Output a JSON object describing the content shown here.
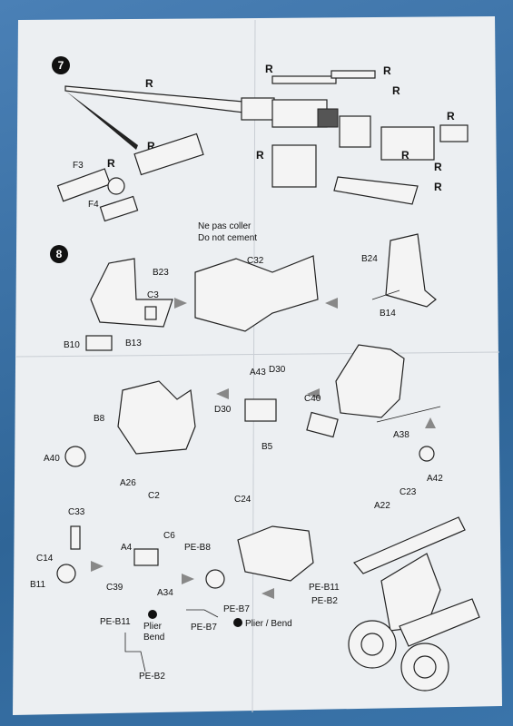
{
  "steps": [
    {
      "number": "7",
      "labels": {
        "r_barrel": "R",
        "r_tube": "R",
        "r_f3": "R",
        "r_top1": "R",
        "r_top2": "R",
        "r_clip": "R",
        "r_breech": "R",
        "r_right": "R",
        "r_cradle": "R",
        "r_bottom1": "R",
        "r_bottom2": "R",
        "f3": "F3",
        "f4": "F4"
      }
    },
    {
      "number": "8",
      "note_fr": "Ne pas coller",
      "note_en": "Do not cement",
      "labels": {
        "b23": "B23",
        "c3": "C3",
        "b10": "B10",
        "b13": "B13",
        "c32": "C32",
        "b24": "B24",
        "b14": "B14",
        "a43": "A43",
        "d30a": "D30",
        "d30b": "D30",
        "b5": "B5",
        "b8": "B8",
        "a40": "A40",
        "a26": "A26",
        "c2": "C2",
        "c40": "C40",
        "a38": "A38",
        "a42": "A42",
        "c23": "C23",
        "a22": "A22",
        "c33": "C33",
        "c14": "C14",
        "b11": "B11",
        "c39": "C39",
        "a4": "A4",
        "c6": "C6",
        "pe_b8": "PE-B8",
        "a34": "A34",
        "c24": "C24",
        "pe_b11": "PE-B11",
        "pe_b2": "PE-B2",
        "pe_b7": "PE-B7",
        "pe_b7b": "PE-B7",
        "pe_b11b": "PE-B11",
        "pe_b2b": "PE-B2"
      },
      "plier_note": "Plier\nBend",
      "plier_line1": "Plier",
      "plier_line2": "Bend",
      "plier_bend": "Plier / Bend"
    }
  ]
}
